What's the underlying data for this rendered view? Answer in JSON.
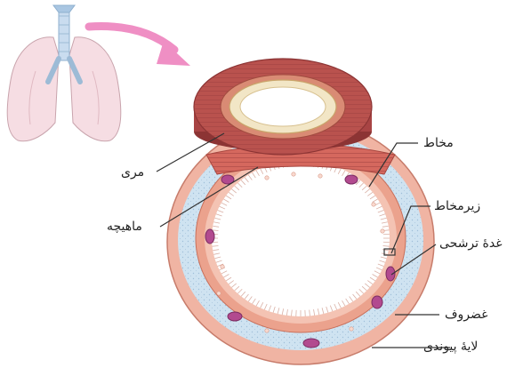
{
  "labels": {
    "esophagus": "مری",
    "muscle": "ماهیچه",
    "mucosa": "مخاط",
    "submucosa": "زیرمخاط",
    "secretory_gland": "غدهٔ ترشحی",
    "cartilage": "غضروف",
    "connective_layer": "لایهٔ پیوندی"
  },
  "colors": {
    "lung": "#f6dde3",
    "trachea": "#c9dcef",
    "arrow": "#ef8fc4",
    "esophagus_muscle": "#b9524e",
    "esophagus_mucosa": "#f2e6c6",
    "cartilage": "#cfe3f1",
    "mucosa_layer": "#eba28d",
    "gland": "#b24a8f"
  }
}
